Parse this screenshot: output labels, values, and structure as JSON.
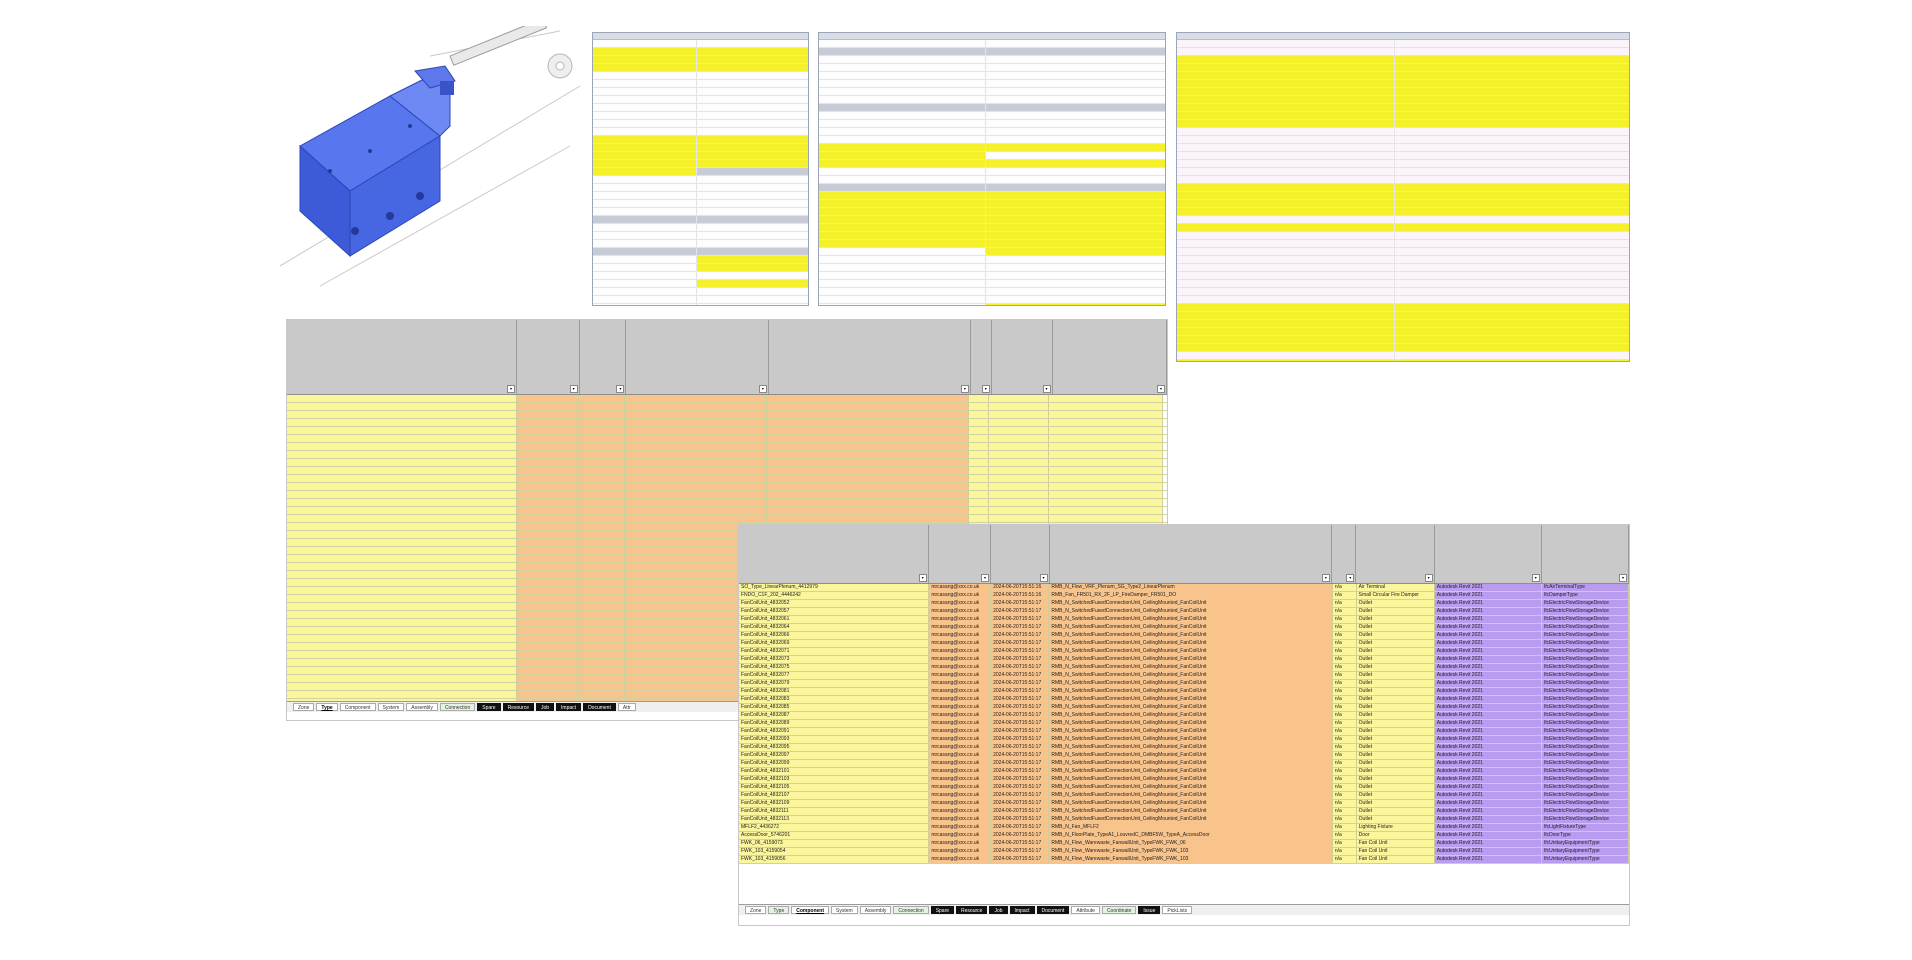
{
  "colors": {
    "highlight": "#f4f02a",
    "model_blue": "#4f6df0",
    "sheet_header": "#c9c9c9",
    "cell_yellow": "#fbf59b",
    "cell_orange": "#f8c48c",
    "cell_purple": "#b99cef",
    "tab_dark": "#111111"
  },
  "icons": [
    "3d-model-icon",
    "axis-gizmo-icon",
    "filter-dropdown-icon",
    "scroll-arrow-icon"
  ],
  "type_sheet": {
    "tabs": [
      {
        "label": "Zone",
        "style": "white"
      },
      {
        "label": "Type",
        "style": "active"
      },
      {
        "label": "Component",
        "style": "white"
      },
      {
        "label": "System",
        "style": "white"
      },
      {
        "label": "Assembly",
        "style": "white"
      },
      {
        "label": "Connection",
        "style": "green"
      },
      {
        "label": "Spare",
        "style": "dark"
      },
      {
        "label": "Resource",
        "style": "dark"
      },
      {
        "label": "Job",
        "style": "dark"
      },
      {
        "label": "Impact",
        "style": "dark"
      },
      {
        "label": "Document",
        "style": "dark"
      },
      {
        "label": "Attr",
        "style": "white"
      }
    ]
  },
  "component_sheet": {
    "rows": [
      [
        "SO_Type_LinearPlenum_4412979",
        "mrcasang@xxx.co.uk",
        "2024-06-20T15:51:16",
        "RMB_N_Flow_VRF_Plenum_SG_Type2_LinearPlenum",
        "n/a",
        "Air Terminal",
        "Autodesk Revit 2021",
        "IfcAirTerminalType"
      ],
      [
        "FNDO_C1F_202_4446242",
        "mrcasang@xxx.co.uk",
        "2024-06-20T15:51:16",
        "RMB_Fan_FR501_RX_2F_LP_FireDamper_FR501_DO",
        "n/a",
        "Small Circular Fire Damper",
        "Autodesk Revit 2021",
        "IfcDamperType"
      ],
      [
        "FanCoilUnit_4832052",
        "mrcasang@xxx.co.uk",
        "2024-06-20T15:51:17",
        "RMB_N_SwitchedFusedConnectionUnit_CeilingMounted_FanCoilUnit",
        "n/a",
        "Outlet",
        "Autodesk Revit 2021",
        "IfcElectricFlowStorageDevice"
      ],
      [
        "FanCoilUnit_4832057",
        "mrcasang@xxx.co.uk",
        "2024-06-20T15:51:17",
        "RMB_N_SwitchedFusedConnectionUnit_CeilingMounted_FanCoilUnit",
        "n/a",
        "Outlet",
        "Autodesk Revit 2021",
        "IfcElectricFlowStorageDevice"
      ],
      [
        "FanCoilUnit_4832061",
        "mrcasang@xxx.co.uk",
        "2024-06-20T15:51:17",
        "RMB_N_SwitchedFusedConnectionUnit_CeilingMounted_FanCoilUnit",
        "n/a",
        "Outlet",
        "Autodesk Revit 2021",
        "IfcElectricFlowStorageDevice"
      ],
      [
        "FanCoilUnit_4832064",
        "mrcasang@xxx.co.uk",
        "2024-06-20T15:51:17",
        "RMB_N_SwitchedFusedConnectionUnit_CeilingMounted_FanCoilUnit",
        "n/a",
        "Outlet",
        "Autodesk Revit 2021",
        "IfcElectricFlowStorageDevice"
      ],
      [
        "FanCoilUnit_4832066",
        "mrcasang@xxx.co.uk",
        "2024-06-20T15:51:17",
        "RMB_N_SwitchedFusedConnectionUnit_CeilingMounted_FanCoilUnit",
        "n/a",
        "Outlet",
        "Autodesk Revit 2021",
        "IfcElectricFlowStorageDevice"
      ],
      [
        "FanCoilUnit_4832069",
        "mrcasang@xxx.co.uk",
        "2024-06-20T15:51:17",
        "RMB_N_SwitchedFusedConnectionUnit_CeilingMounted_FanCoilUnit",
        "n/a",
        "Outlet",
        "Autodesk Revit 2021",
        "IfcElectricFlowStorageDevice"
      ],
      [
        "FanCoilUnit_4832071",
        "mrcasang@xxx.co.uk",
        "2024-06-20T15:51:17",
        "RMB_N_SwitchedFusedConnectionUnit_CeilingMounted_FanCoilUnit",
        "n/a",
        "Outlet",
        "Autodesk Revit 2021",
        "IfcElectricFlowStorageDevice"
      ],
      [
        "FanCoilUnit_4832073",
        "mrcasang@xxx.co.uk",
        "2024-06-20T15:51:17",
        "RMB_N_SwitchedFusedConnectionUnit_CeilingMounted_FanCoilUnit",
        "n/a",
        "Outlet",
        "Autodesk Revit 2021",
        "IfcElectricFlowStorageDevice"
      ],
      [
        "FanCoilUnit_4832075",
        "mrcasang@xxx.co.uk",
        "2024-06-20T15:51:17",
        "RMB_N_SwitchedFusedConnectionUnit_CeilingMounted_FanCoilUnit",
        "n/a",
        "Outlet",
        "Autodesk Revit 2021",
        "IfcElectricFlowStorageDevice"
      ],
      [
        "FanCoilUnit_4832077",
        "mrcasang@xxx.co.uk",
        "2024-06-20T15:51:17",
        "RMB_N_SwitchedFusedConnectionUnit_CeilingMounted_FanCoilUnit",
        "n/a",
        "Outlet",
        "Autodesk Revit 2021",
        "IfcElectricFlowStorageDevice"
      ],
      [
        "FanCoilUnit_4832079",
        "mrcasang@xxx.co.uk",
        "2024-06-20T15:51:17",
        "RMB_N_SwitchedFusedConnectionUnit_CeilingMounted_FanCoilUnit",
        "n/a",
        "Outlet",
        "Autodesk Revit 2021",
        "IfcElectricFlowStorageDevice"
      ],
      [
        "FanCoilUnit_4832081",
        "mrcasang@xxx.co.uk",
        "2024-06-20T15:51:17",
        "RMB_N_SwitchedFusedConnectionUnit_CeilingMounted_FanCoilUnit",
        "n/a",
        "Outlet",
        "Autodesk Revit 2021",
        "IfcElectricFlowStorageDevice"
      ],
      [
        "FanCoilUnit_4832083",
        "mrcasang@xxx.co.uk",
        "2024-06-20T15:51:17",
        "RMB_N_SwitchedFusedConnectionUnit_CeilingMounted_FanCoilUnit",
        "n/a",
        "Outlet",
        "Autodesk Revit 2021",
        "IfcElectricFlowStorageDevice"
      ],
      [
        "FanCoilUnit_4832085",
        "mrcasang@xxx.co.uk",
        "2024-06-20T15:51:17",
        "RMB_N_SwitchedFusedConnectionUnit_CeilingMounted_FanCoilUnit",
        "n/a",
        "Outlet",
        "Autodesk Revit 2021",
        "IfcElectricFlowStorageDevice"
      ],
      [
        "FanCoilUnit_4832087",
        "mrcasang@xxx.co.uk",
        "2024-06-20T15:51:17",
        "RMB_N_SwitchedFusedConnectionUnit_CeilingMounted_FanCoilUnit",
        "n/a",
        "Outlet",
        "Autodesk Revit 2021",
        "IfcElectricFlowStorageDevice"
      ],
      [
        "FanCoilUnit_4832089",
        "mrcasang@xxx.co.uk",
        "2024-06-20T15:51:17",
        "RMB_N_SwitchedFusedConnectionUnit_CeilingMounted_FanCoilUnit",
        "n/a",
        "Outlet",
        "Autodesk Revit 2021",
        "IfcElectricFlowStorageDevice"
      ],
      [
        "FanCoilUnit_4832091",
        "mrcasang@xxx.co.uk",
        "2024-06-20T15:51:17",
        "RMB_N_SwitchedFusedConnectionUnit_CeilingMounted_FanCoilUnit",
        "n/a",
        "Outlet",
        "Autodesk Revit 2021",
        "IfcElectricFlowStorageDevice"
      ],
      [
        "FanCoilUnit_4832093",
        "mrcasang@xxx.co.uk",
        "2024-06-20T15:51:17",
        "RMB_N_SwitchedFusedConnectionUnit_CeilingMounted_FanCoilUnit",
        "n/a",
        "Outlet",
        "Autodesk Revit 2021",
        "IfcElectricFlowStorageDevice"
      ],
      [
        "FanCoilUnit_4832095",
        "mrcasang@xxx.co.uk",
        "2024-06-20T15:51:17",
        "RMB_N_SwitchedFusedConnectionUnit_CeilingMounted_FanCoilUnit",
        "n/a",
        "Outlet",
        "Autodesk Revit 2021",
        "IfcElectricFlowStorageDevice"
      ],
      [
        "FanCoilUnit_4832097",
        "mrcasang@xxx.co.uk",
        "2024-06-20T15:51:17",
        "RMB_N_SwitchedFusedConnectionUnit_CeilingMounted_FanCoilUnit",
        "n/a",
        "Outlet",
        "Autodesk Revit 2021",
        "IfcElectricFlowStorageDevice"
      ],
      [
        "FanCoilUnit_4832099",
        "mrcasang@xxx.co.uk",
        "2024-06-20T15:51:17",
        "RMB_N_SwitchedFusedConnectionUnit_CeilingMounted_FanCoilUnit",
        "n/a",
        "Outlet",
        "Autodesk Revit 2021",
        "IfcElectricFlowStorageDevice"
      ],
      [
        "FanCoilUnit_4832101",
        "mrcasang@xxx.co.uk",
        "2024-06-20T15:51:17",
        "RMB_N_SwitchedFusedConnectionUnit_CeilingMounted_FanCoilUnit",
        "n/a",
        "Outlet",
        "Autodesk Revit 2021",
        "IfcElectricFlowStorageDevice"
      ],
      [
        "FanCoilUnit_4832103",
        "mrcasang@xxx.co.uk",
        "2024-06-20T15:51:17",
        "RMB_N_SwitchedFusedConnectionUnit_CeilingMounted_FanCoilUnit",
        "n/a",
        "Outlet",
        "Autodesk Revit 2021",
        "IfcElectricFlowStorageDevice"
      ],
      [
        "FanCoilUnit_4832105",
        "mrcasang@xxx.co.uk",
        "2024-06-20T15:51:17",
        "RMB_N_SwitchedFusedConnectionUnit_CeilingMounted_FanCoilUnit",
        "n/a",
        "Outlet",
        "Autodesk Revit 2021",
        "IfcElectricFlowStorageDevice"
      ],
      [
        "FanCoilUnit_4832107",
        "mrcasang@xxx.co.uk",
        "2024-06-20T15:51:17",
        "RMB_N_SwitchedFusedConnectionUnit_CeilingMounted_FanCoilUnit",
        "n/a",
        "Outlet",
        "Autodesk Revit 2021",
        "IfcElectricFlowStorageDevice"
      ],
      [
        "FanCoilUnit_4832109",
        "mrcasang@xxx.co.uk",
        "2024-06-20T15:51:17",
        "RMB_N_SwitchedFusedConnectionUnit_CeilingMounted_FanCoilUnit",
        "n/a",
        "Outlet",
        "Autodesk Revit 2021",
        "IfcElectricFlowStorageDevice"
      ],
      [
        "FanCoilUnit_4832111",
        "mrcasang@xxx.co.uk",
        "2024-06-20T15:51:17",
        "RMB_N_SwitchedFusedConnectionUnit_CeilingMounted_FanCoilUnit",
        "n/a",
        "Outlet",
        "Autodesk Revit 2021",
        "IfcElectricFlowStorageDevice"
      ],
      [
        "FanCoilUnit_4832113",
        "mrcasang@xxx.co.uk",
        "2024-06-20T15:51:17",
        "RMB_N_SwitchedFusedConnectionUnit_CeilingMounted_FanCoilUnit",
        "n/a",
        "Outlet",
        "Autodesk Revit 2021",
        "IfcElectricFlowStorageDevice"
      ],
      [
        "MFLF2_4436272",
        "mrcasang@xxx.co.uk",
        "2024-06-20T15:51:17",
        "RMB_N_Fan_MFLF2",
        "n/a",
        "Lighting Fixture",
        "Autodesk Revit 2021",
        "IfcLightFixtureType"
      ],
      [
        "AccessDoor_5746201",
        "mrcasang@xxx.co.uk",
        "2024-06-20T15:51:17",
        "RMB_N_FloorPlate_TypeA1_LouvredC_DMBF5W_TypeA_AccessDoor",
        "n/a",
        "Door",
        "Autodesk Revit 2021",
        "IfcDoorType"
      ],
      [
        "FWK_06_4159073",
        "mrcasang@xxx.co.uk",
        "2024-06-20T15:51:17",
        "RMB_N_Flow_Warewaste_FanwallUnit_TypeFWK_FWK_06",
        "n/a",
        "Fan Coil Unit",
        "Autodesk Revit 2021",
        "IfcUnitaryEquipmentType"
      ],
      [
        "FWK_103_4159054",
        "mrcasang@xxx.co.uk",
        "2024-06-20T15:51:17",
        "RMB_N_Flow_Warewaste_FanwallUnit_TypeFWK_FWK_103",
        "n/a",
        "Fan Coil Unit",
        "Autodesk Revit 2021",
        "IfcUnitaryEquipmentType"
      ],
      [
        "FWK_103_4159056",
        "mrcasang@xxx.co.uk",
        "2024-06-20T15:51:17",
        "RMB_N_Flow_Warewaste_FanwallUnit_TypeFWK_FWK_103",
        "n/a",
        "Fan Coil Unit",
        "Autodesk Revit 2021",
        "IfcUnitaryEquipmentType"
      ]
    ],
    "tabs": [
      {
        "label": "Zone",
        "style": "white"
      },
      {
        "label": "Type",
        "style": "green"
      },
      {
        "label": "Component",
        "style": "active"
      },
      {
        "label": "System",
        "style": "white"
      },
      {
        "label": "Assembly",
        "style": "white"
      },
      {
        "label": "Connection",
        "style": "green"
      },
      {
        "label": "Spare",
        "style": "dark"
      },
      {
        "label": "Resource",
        "style": "dark"
      },
      {
        "label": "Job",
        "style": "dark"
      },
      {
        "label": "Impact",
        "style": "dark"
      },
      {
        "label": "Document",
        "style": "dark"
      },
      {
        "label": "Attribute",
        "style": "white"
      },
      {
        "label": "Coordinate",
        "style": "green"
      },
      {
        "label": "Issue",
        "style": "dark"
      },
      {
        "label": "PickLists",
        "style": "white"
      }
    ]
  }
}
